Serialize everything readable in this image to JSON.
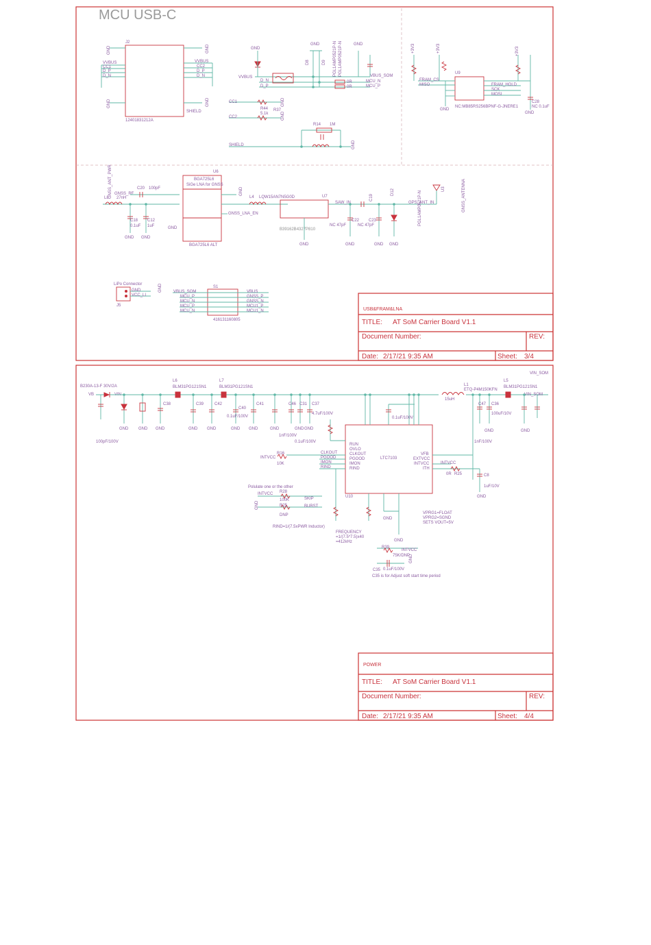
{
  "sheet1": {
    "heading": "MCU USB-C",
    "title_block": {
      "section": "USB&FRAM&LNA",
      "title_label": "TITLE:",
      "title": "AT SoM Carrier Board V1.1",
      "doc_label": "Document Number:",
      "rev_label": "REV:",
      "date_label": "Date:",
      "date": "2/17/21 9:35 AM",
      "sheet_label": "Sheet:",
      "sheet": "3/4"
    },
    "parts": {
      "j2": "J2",
      "j2_part": "12401831212A",
      "shield": "SHIELD",
      "u9": "U9",
      "u9_part": "NC:MB85RS256BPNF-G-JNERE1",
      "u6": "U6",
      "u6_part": "BGA725L6 ALT",
      "u6_line1": "BGA725L6",
      "u6_line2": "SiGe LNA for GNSS",
      "u7": "U7",
      "u7_part": "B39162B4327P810",
      "l4": "L4",
      "l4_part": "LQW15AN7N5G0D",
      "u3": "U3",
      "u3_name": "GNSS_ANTENNA",
      "d12": "D12",
      "d12_part": "PGL1AMP0521P-N",
      "d8": "D8",
      "d9": "D9",
      "d8_part": "PGL1AMP0521P-N",
      "r14": "R14",
      "r14_val": "1M",
      "r44": "R44",
      "r44_val": "5.1k",
      "r37": "R37",
      "l8": "L8",
      "l8_val": "27nH",
      "c20": "C20",
      "c20_val": "100pF",
      "c18": "C18",
      "c18_val": "0.1uF",
      "c12": "C12",
      "c12_val": "1uF",
      "c22": "C22",
      "c22_val": "NC 47pF",
      "c23": "C23",
      "c23_val": "NC 47pF",
      "c19": "C19",
      "c28": "C28",
      "c28_val": "NC 0.1uF",
      "j5": "J5",
      "j5_name": "LiPo Connector",
      "s1": "S1",
      "s1_part": "416131160805"
    },
    "nets": {
      "gnd": "GND",
      "vvbus": "VVBUS",
      "cc1": "CC1",
      "cc2": "CC2",
      "d_p": "D_P",
      "d_n": "D_N",
      "vbus_som": "VBUS_SOM",
      "mcu_n": "MCU_N",
      "mcu_p": "MCU_P",
      "fram_cs": "FRAM_CS",
      "miso": "MISO",
      "mosi": "MOSI",
      "sck": "SCK",
      "fram_hold": "FRAM_HOLD",
      "v3v3": "+3V3",
      "gnss_ant_pwr": "GNSS_ANT_PWR",
      "gnss_rf": "GNSS_RF",
      "gnss_lna_en": "GNSS_LNA_EN",
      "saw_in": "SAW_IN",
      "gps_ant_in": "GPS_ANT_IN",
      "vbus": "VBUS",
      "gnss_p": "GNSS_P",
      "gnss_n": "GNSS_N",
      "mcu1_p": "MCU1_P",
      "mcu1_n": "MCU1_N",
      "vcc_li": "VCC_LI",
      "r_0r": "0R"
    }
  },
  "sheet2": {
    "title_block": {
      "section": "POWER",
      "title_label": "TITLE:",
      "title": "AT SoM Carrier Board V1.1",
      "doc_label": "Document Number:",
      "rev_label": "REV:",
      "date_label": "Date:",
      "date": "2/17/21 9:35 AM",
      "sheet_label": "Sheet:",
      "sheet": "4/4"
    },
    "parts": {
      "tvs": "B230A-13-F 30V/2A",
      "l6": "L6",
      "l6_part": "BLM31PG121SN1",
      "l7": "L7",
      "l7_part": "BLM31PG121SN1",
      "l1": "L1",
      "l1_part": "ETQ-P4M150KFN",
      "l1_val": "15uH",
      "l5": "L5",
      "l5_part": "BLM31PG121SN1",
      "u10": "U10",
      "u10_part": "LTC7103",
      "c39": "C39",
      "c42": "C42",
      "c40": "C40",
      "c41": "C41",
      "c46": "C46",
      "c31": "C31",
      "c37": "C37",
      "c38": "C38",
      "c47": "C47",
      "c36": "C36",
      "c8": "C8",
      "c35": "C35",
      "c40_val": "0.1uF/100V",
      "c37_val": "4.7uF/100V",
      "c_1nf": "1nF/100V",
      "c_01uf": "0.1uF/100V",
      "c_100pf": "100pF/100V",
      "c36_val": "100uF/10V",
      "c8_val": "1uF/10V",
      "c35_val": "0.1uF/100V",
      "r16": "R16",
      "r16_val": "10K",
      "r28": "R28",
      "r28_val": "100K",
      "r25": "R25",
      "r25_val": "DNP",
      "r39": "R39",
      "r39_val": "75K/DNP",
      "r_0r": "0R",
      "r25b": "R25"
    },
    "pins_left": [
      "RUN",
      "OVLO",
      "CLKOUT",
      "PGOOD",
      "IMON",
      "RIND"
    ],
    "pins_right": [
      "VFB",
      "EXTVCC",
      "INTVCC",
      "ITH"
    ],
    "nets": {
      "vin_som": "VIN_SOM",
      "vin": "VIN",
      "vb": "VB",
      "intvcc": "INTVCC",
      "clkout": "CLKOUT",
      "pgood": "PGOOD",
      "imon": "IMON",
      "rind": "RIND",
      "skip": "SKIP",
      "burst": "BURST",
      "gnd": "GND"
    },
    "notes": {
      "polulate": "Polulate one or the other",
      "rind_note": "RIND=1/(7.5xPWR Inductor)",
      "freq1": "FREQUENCY",
      "freq2": "=1/(7.5*7.5)x40",
      "freq3": "=412kHz",
      "vpro1": "VPRG1=FLOAT",
      "vpro2": "VPRG2=SGND",
      "vpro3": "SETS VOUT=5V",
      "c35_note": "C35 is for Adjust soft start time period"
    }
  }
}
